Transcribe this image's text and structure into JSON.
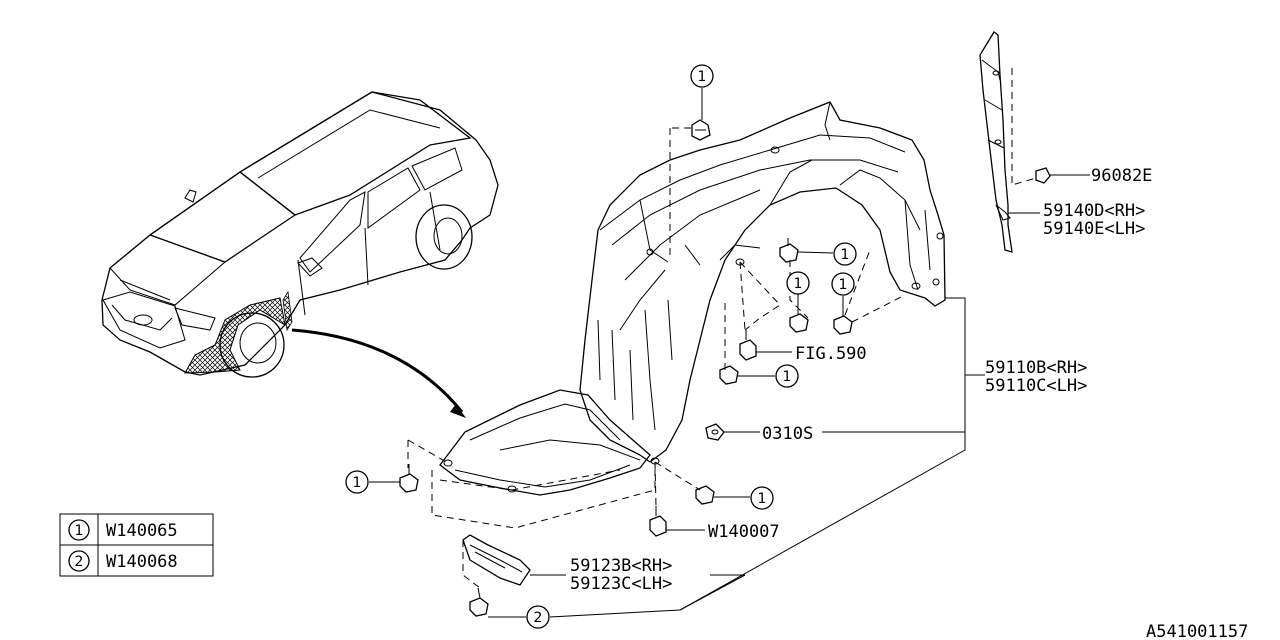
{
  "labels": {
    "p96082e": "96082E",
    "p59140d": "59140D<RH>",
    "p59140e": "59140E<LH>",
    "fig590": "FIG.590",
    "p59110b": "59110B<RH>",
    "p59110c": "59110C<LH>",
    "p0310s": "0310S",
    "w140007": "W140007",
    "p59123b": "59123B<RH>",
    "p59123c": "59123C<LH>",
    "diagram_id": "A541001157"
  },
  "callout_numbers": {
    "one": "1",
    "two": "2"
  },
  "legend": {
    "rows": [
      {
        "number": "1",
        "part": "W140065"
      },
      {
        "number": "2",
        "part": "W140068"
      }
    ]
  }
}
